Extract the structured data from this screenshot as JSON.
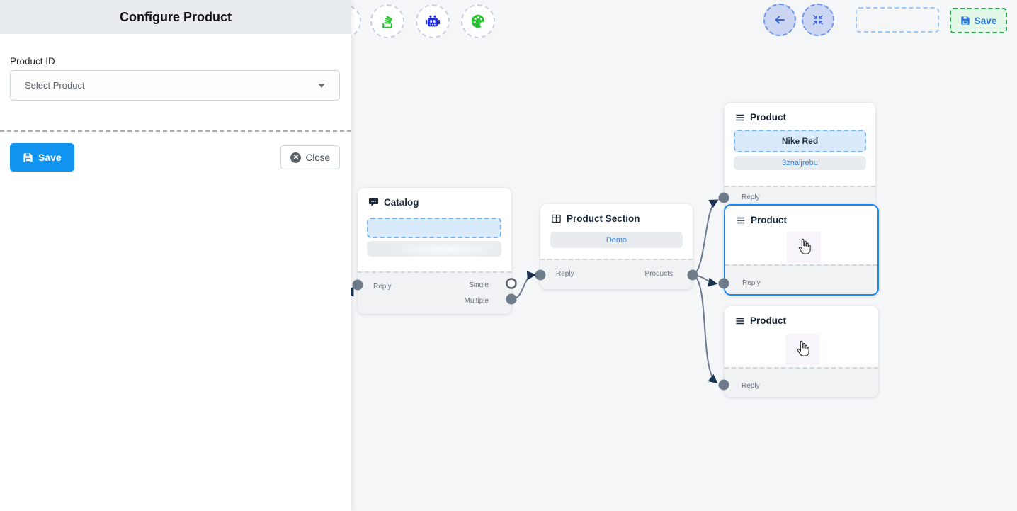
{
  "panel": {
    "title": "Configure Product",
    "product_id_label": "Product ID",
    "select_value": "Select Product",
    "save_button": "Save",
    "close_button": "Close"
  },
  "toolbar": {
    "save_button": "Save"
  },
  "nodes": {
    "catalog": {
      "title": "Catalog",
      "handles": {
        "reply": "Reply",
        "single": "Single",
        "multiple": "Multiple"
      }
    },
    "product_section": {
      "title": "Product Section",
      "item": "Demo",
      "handles": {
        "reply": "Reply",
        "products": "Products"
      }
    },
    "product_top": {
      "title": "Product",
      "item_primary": "Nike Red",
      "item_secondary": "3znaljrebu",
      "handles": {
        "reply": "Reply"
      }
    },
    "product_middle": {
      "title": "Product",
      "handles": {
        "reply": "Reply"
      }
    },
    "product_bottom": {
      "title": "Product",
      "handles": {
        "reply": "Reply"
      }
    }
  },
  "colors": {
    "accent_blue": "#1193f0",
    "selected_node_border": "#1f87f2",
    "edge": "#6b7a8d",
    "arrowhead": "#1c3450",
    "toolbar_green": "#24c52c",
    "toolbar_robot_blue": "#2330ea",
    "save_green_bg": "#e2f7e8",
    "save_green_border": "#2aa74a",
    "link_blue": "#3a86e0"
  }
}
